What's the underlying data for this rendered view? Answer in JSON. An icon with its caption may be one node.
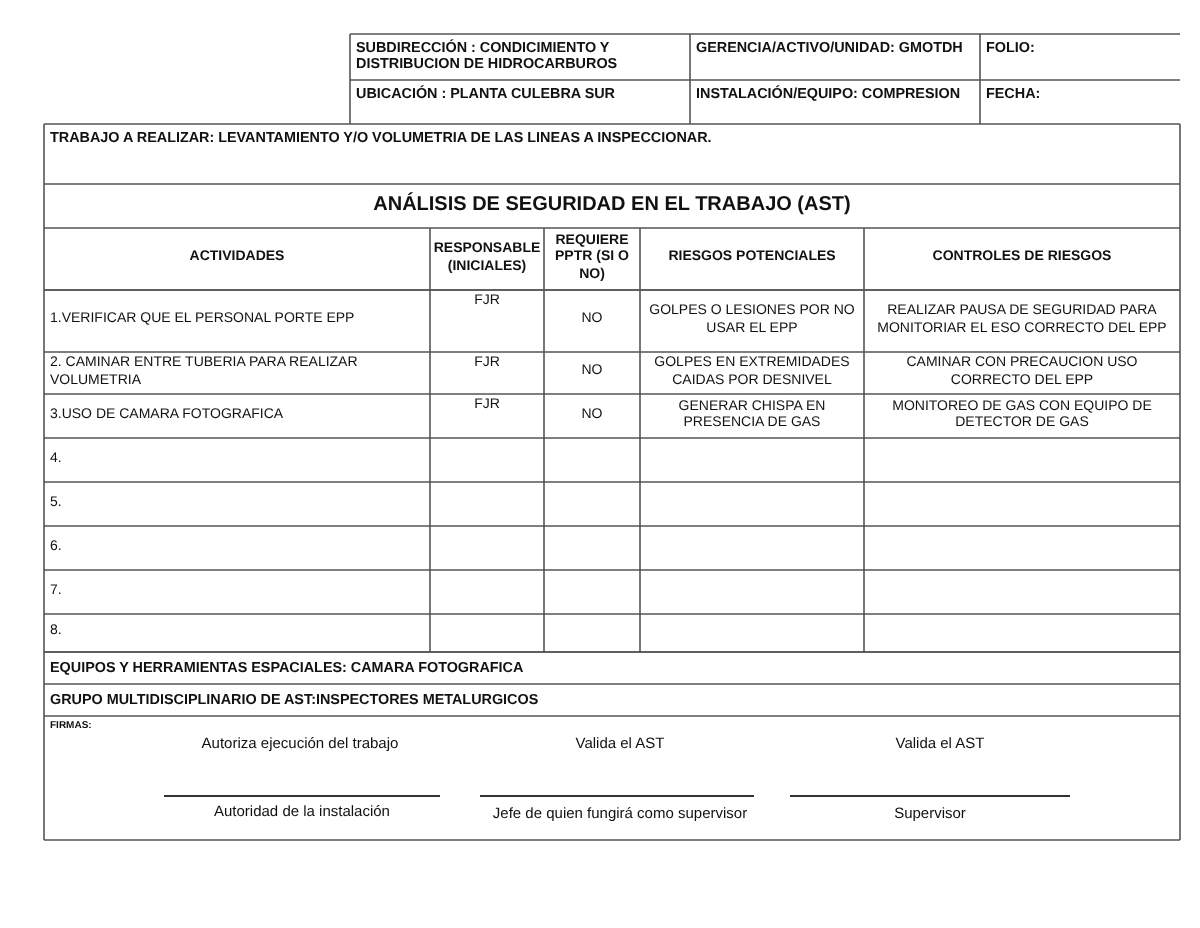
{
  "diagram": {
    "labels": [
      "SUBDIRECCIÓN : CONDICIMIENTO Y DISTRIBUCION DE HIDROCARBUROS",
      "GERENCIA/ACTIVO/UNIDAD: GMOTDH",
      "FOLIO:",
      "UBICACIÓN : PLANTA CULEBRA SUR",
      "INSTALACIÓN/EQUIPO: COMPRESION",
      "FECHA:",
      "TRABAJO A REALIZAR: LEVANTAMIENTO Y/O VOLUMETRIA DE LAS LINEAS A INSPECCIONAR.",
      "ANÁLISIS DE SEGURIDAD EN EL TRABAJO (AST)",
      "ACTIVIDADES",
      "RESPONSABLE (INICIALES)",
      "REQUIERE PPTR (SI O NO)",
      "RIESGOS POTENCIALES",
      "CONTROLES DE RIESGOS",
      "1.VERIFICAR QUE EL PERSONAL PORTE EPP",
      "FJR",
      "NO",
      "GOLPES O LESIONES POR NO USAR EL EPP",
      "REALIZAR PAUSA DE SEGURIDAD PARA MONITORIAR EL ESO CORRECTO DEL EPP",
      "2. CAMINAR ENTRE TUBERIA PARA REALIZAR VOLUMETRIA",
      "FJR",
      "NO",
      "GOLPES EN EXTREMIDADES CAIDAS POR DESNIVEL",
      "CAMINAR CON PRECAUCION USO CORRECTO DEL EPP",
      "3.USO DE CAMARA FOTOGRAFICA",
      "FJR",
      "NO",
      "GENERAR CHISPA EN PRESENCIA DE GAS",
      "MONITOREO DE GAS CON EQUIPO DE DETECTOR DE GAS",
      "4.",
      "5.",
      "6.",
      "7.",
      "8.",
      "EQUIPOS Y HERRAMIENTAS ESPACIALES: CAMARA FOTOGRAFICA",
      "GRUPO MULTIDISCIPLINARIO DE AST:INSPECTORES METALURGICOS",
      "FIRMAS:",
      "Autoriza ejecución del trabajo",
      "Valida el AST",
      "Valida el AST",
      "Autoridad de la instalación",
      "Jefe de quien fungirá como supervisor",
      "Supervisor"
    ]
  }
}
